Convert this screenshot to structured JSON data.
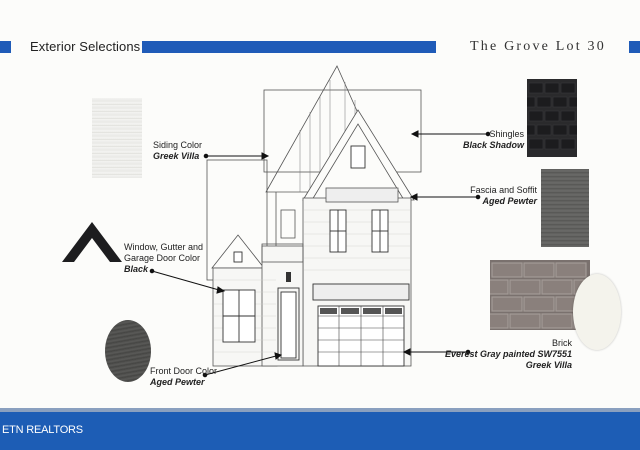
{
  "header": {
    "title": "Exterior Selections",
    "lot": "The Grove Lot 30"
  },
  "footer": {
    "brand": "ETN REALTORS"
  },
  "selections": {
    "siding": {
      "label": "Siding Color",
      "value": "Greek Villa"
    },
    "window": {
      "label_lines": [
        "Window, Gutter and",
        "Garage Door Color"
      ],
      "value": "Black"
    },
    "front_door": {
      "label": "Front Door Color",
      "value": "Aged Pewter"
    },
    "shingles": {
      "label": "Shingles",
      "value": "Black Shadow"
    },
    "fascia": {
      "label": "Fascia and Soffit",
      "value": "Aged Pewter"
    },
    "brick": {
      "label": "Brick",
      "value_lines": [
        "Everest Gray painted SW7551",
        "Greek Villa"
      ]
    }
  },
  "colors": {
    "accent_blue": "#1f5bb8",
    "footer_blue": "#1d5db5",
    "black_shadow": "#2a2a2c",
    "aged_pewter": "#5e5e5c",
    "greek_villa": "#f4f3ec",
    "everest_gray": "#7a716e"
  }
}
